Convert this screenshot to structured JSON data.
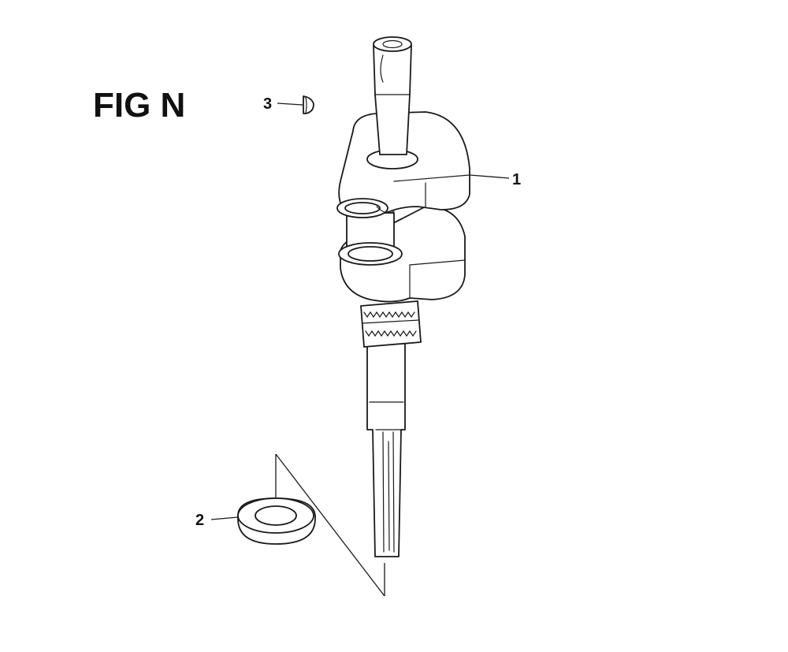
{
  "figure": {
    "title": "FIG N"
  },
  "callouts": [
    {
      "number": "1",
      "part": "crankshaft"
    },
    {
      "number": "2",
      "part": "oil-seal"
    },
    {
      "number": "3",
      "part": "woodruff-key"
    }
  ]
}
